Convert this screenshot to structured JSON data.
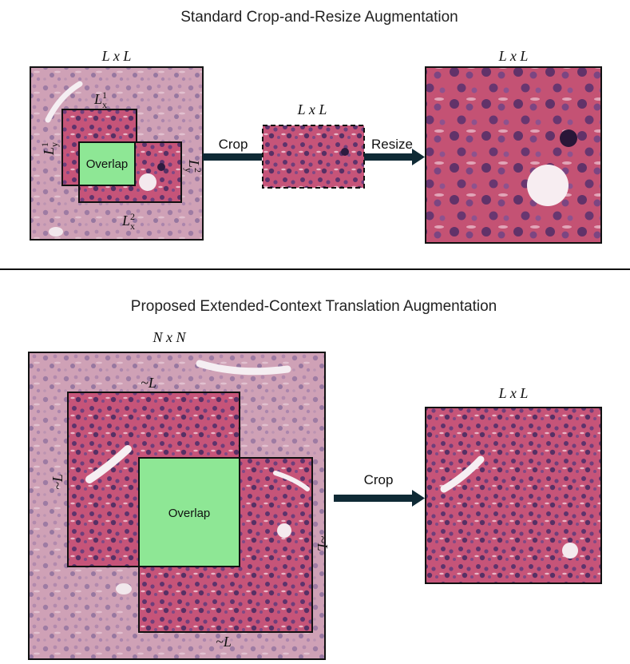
{
  "top_section": {
    "title": "Standard Crop-and-Resize Augmentation",
    "source_label": "L x L",
    "crop1_width_label": "L",
    "crop1_width_sub": "x",
    "crop1_width_sup": "1",
    "crop1_height_label": "L",
    "crop1_height_sub": "y",
    "crop1_height_sup": "1",
    "crop2_height_label": "L",
    "crop2_height_sub": "y",
    "crop2_height_sup": "2",
    "crop2_width_label": "L",
    "crop2_width_sub": "x",
    "crop2_width_sup": "2",
    "overlap_label": "Overlap",
    "crop_step_label": "Crop",
    "cropped_size_label": "L x L",
    "resize_step_label": "Resize",
    "output_label": "L x L"
  },
  "bottom_section": {
    "title": "Proposed Extended-Context Translation Augmentation",
    "source_label": "N x N",
    "crop1_top_label": "~L",
    "crop1_left_label": "~L",
    "crop2_right_label": "~L",
    "crop2_bottom_label": "~L",
    "overlap_label": "Overlap",
    "crop_step_label": "Crop",
    "output_label": "L x L"
  },
  "colors": {
    "tissue_pink": "#c98aa6",
    "tissue_deep": "#c0506f",
    "nuclei": "#5a3a6e",
    "overlap_green": "#7fe08a",
    "arrow": "#0f2a35"
  }
}
